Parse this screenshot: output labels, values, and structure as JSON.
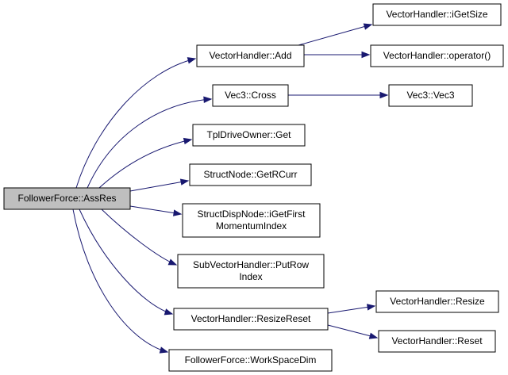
{
  "diagram": {
    "type": "call-graph",
    "colors": {
      "edge": "#191970",
      "root_fill": "#bfbfbf",
      "node_fill": "#ffffff",
      "node_border": "#000000"
    },
    "nodes": [
      {
        "id": "n0",
        "lines": [
          "FollowerForce::AssRes"
        ],
        "root": true
      },
      {
        "id": "n1",
        "lines": [
          "VectorHandler::Add"
        ]
      },
      {
        "id": "n2",
        "lines": [
          "VectorHandler::iGetSize"
        ]
      },
      {
        "id": "n3",
        "lines": [
          "VectorHandler::operator()"
        ]
      },
      {
        "id": "n4",
        "lines": [
          "Vec3::Cross"
        ]
      },
      {
        "id": "n5",
        "lines": [
          "Vec3::Vec3"
        ]
      },
      {
        "id": "n6",
        "lines": [
          "TplDriveOwner::Get"
        ]
      },
      {
        "id": "n7",
        "lines": [
          "StructNode::GetRCurr"
        ]
      },
      {
        "id": "n8",
        "lines": [
          "StructDispNode::iGetFirst",
          "MomentumIndex"
        ]
      },
      {
        "id": "n9",
        "lines": [
          "SubVectorHandler::PutRow",
          "Index"
        ]
      },
      {
        "id": "n10",
        "lines": [
          "VectorHandler::ResizeReset"
        ]
      },
      {
        "id": "n11",
        "lines": [
          "VectorHandler::Resize"
        ]
      },
      {
        "id": "n12",
        "lines": [
          "VectorHandler::Reset"
        ]
      },
      {
        "id": "n13",
        "lines": [
          "FollowerForce::WorkSpaceDim"
        ]
      }
    ],
    "edges": [
      {
        "from": "n0",
        "to": "n1"
      },
      {
        "from": "n0",
        "to": "n4"
      },
      {
        "from": "n0",
        "to": "n6"
      },
      {
        "from": "n0",
        "to": "n7"
      },
      {
        "from": "n0",
        "to": "n8"
      },
      {
        "from": "n0",
        "to": "n9"
      },
      {
        "from": "n0",
        "to": "n10"
      },
      {
        "from": "n0",
        "to": "n13"
      },
      {
        "from": "n1",
        "to": "n2"
      },
      {
        "from": "n1",
        "to": "n3"
      },
      {
        "from": "n4",
        "to": "n5"
      },
      {
        "from": "n10",
        "to": "n11"
      },
      {
        "from": "n10",
        "to": "n12"
      }
    ]
  }
}
